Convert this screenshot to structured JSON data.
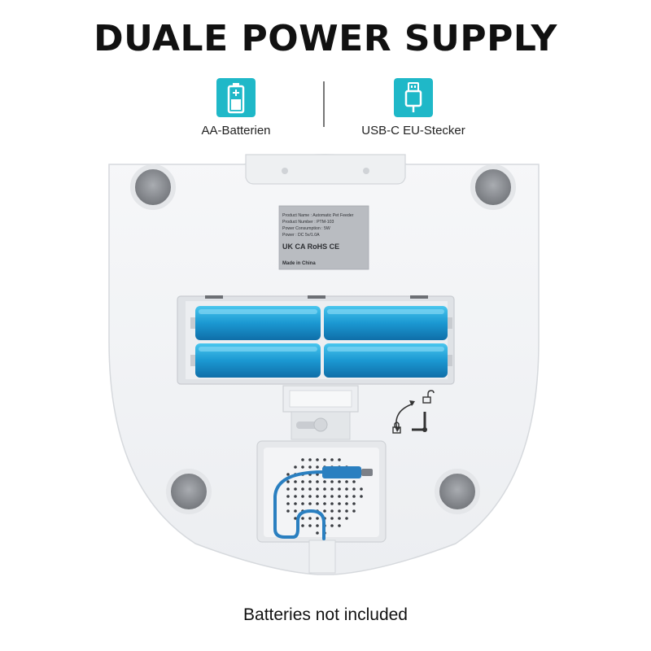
{
  "header": {
    "title": "DUALE POWER SUPPLY"
  },
  "features": [
    {
      "label": "AA-Batterien",
      "icon": "battery-icon"
    },
    {
      "label": "USB-C EU-Stecker",
      "icon": "usb-plug-icon"
    }
  ],
  "product_label": {
    "line1": "Product Name : Automatic Pet Feeder",
    "line2": "Product Number : PTM-103",
    "line3": "Power Consumption : 5W",
    "line4": "Power : DC 5v/1.0A",
    "marks": "UK CA RoHS CE",
    "made_in": "Made in China"
  },
  "footer": {
    "note": "Batteries not included"
  },
  "colors": {
    "accent": "#1fb8c8",
    "battery": "#1a9fd4",
    "cable": "#2a7fc0",
    "body": "#f2f3f5",
    "foot": "#8a8d92"
  }
}
